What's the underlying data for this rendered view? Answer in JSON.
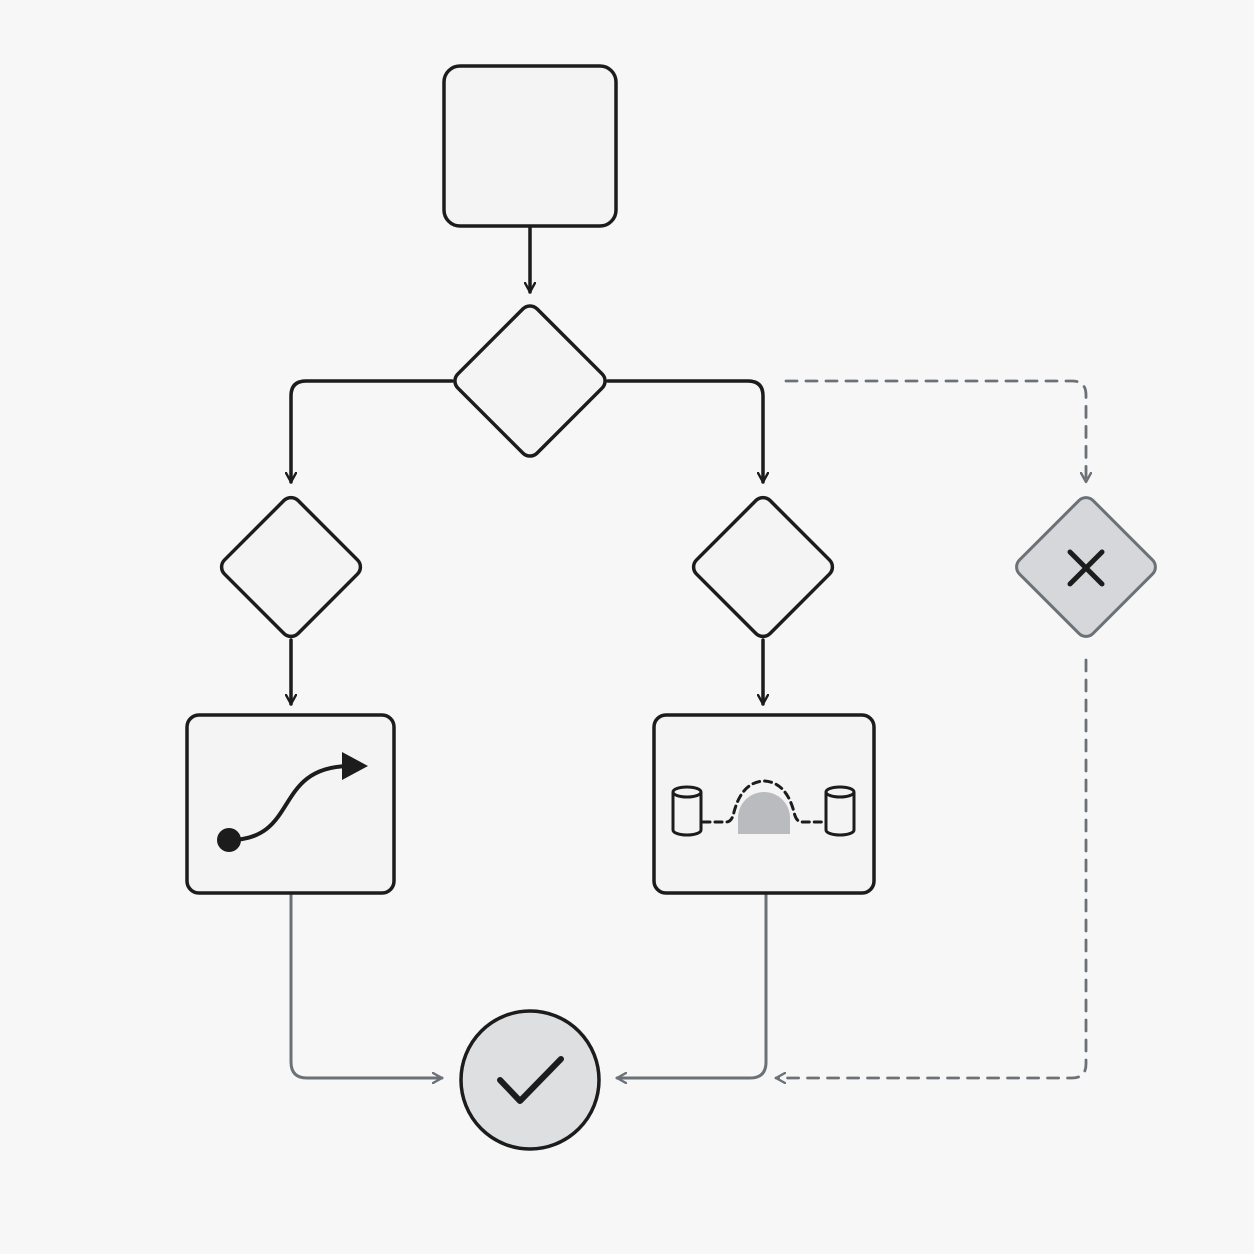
{
  "diagram": {
    "type": "flowchart",
    "colors": {
      "background": "#f7f7f7",
      "node_fill": "#f4f4f4",
      "stroke_dark": "#1c1c1c",
      "stroke_gray": "#6b7176",
      "error_fill": "#d5d7da",
      "success_fill": "#dedfe1",
      "accent_gray": "#b9bbbe"
    },
    "nodes": [
      {
        "id": "start",
        "shape": "rounded-rectangle",
        "icon": ""
      },
      {
        "id": "decision-main",
        "shape": "diamond",
        "icon": ""
      },
      {
        "id": "decision-left",
        "shape": "diamond",
        "icon": ""
      },
      {
        "id": "decision-right",
        "shape": "diamond",
        "icon": ""
      },
      {
        "id": "error",
        "shape": "diamond",
        "icon": "close-x-icon"
      },
      {
        "id": "process-left",
        "shape": "rounded-rectangle",
        "icon": "curved-path-arrow-icon"
      },
      {
        "id": "process-right",
        "shape": "rounded-rectangle",
        "icon": "database-transfer-icon"
      },
      {
        "id": "end",
        "shape": "circle",
        "icon": "checkmark-icon"
      }
    ],
    "edges": [
      {
        "from": "start",
        "to": "decision-main",
        "style": "solid"
      },
      {
        "from": "decision-main",
        "to": "decision-left",
        "style": "solid"
      },
      {
        "from": "decision-main",
        "to": "decision-right",
        "style": "solid"
      },
      {
        "from": "decision-main",
        "to": "error",
        "style": "dashed"
      },
      {
        "from": "decision-left",
        "to": "process-left",
        "style": "solid"
      },
      {
        "from": "decision-right",
        "to": "process-right",
        "style": "solid"
      },
      {
        "from": "process-left",
        "to": "end",
        "style": "solid-gray"
      },
      {
        "from": "process-right",
        "to": "end",
        "style": "solid-gray"
      },
      {
        "from": "error",
        "to": "end",
        "style": "dashed"
      }
    ]
  }
}
